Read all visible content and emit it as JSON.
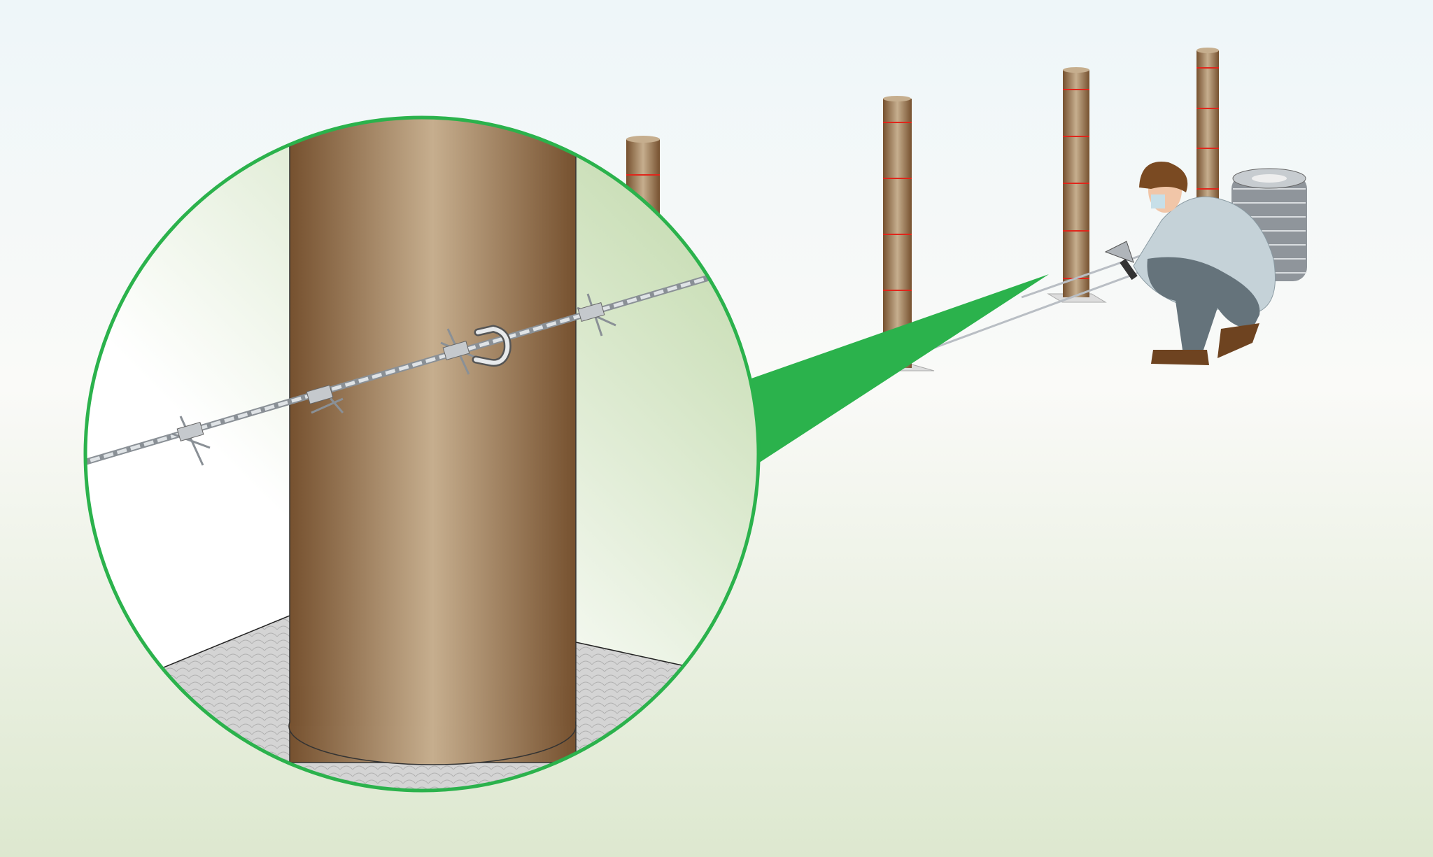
{
  "illustration": {
    "subject": "",
    "colors": {
      "callout_green": "#2bb24c",
      "post_dark": "#76512f",
      "post_light": "#c6ae8e",
      "post_marker": "#e0261b",
      "wire": "#b9bec4",
      "sky_top": "#eef6f9",
      "ground_bottom": "#dde8cf"
    },
    "icons": [
      "magnifier-callout",
      "fence-post",
      "barbed-wire",
      "staple",
      "worker",
      "wire-coil"
    ]
  }
}
